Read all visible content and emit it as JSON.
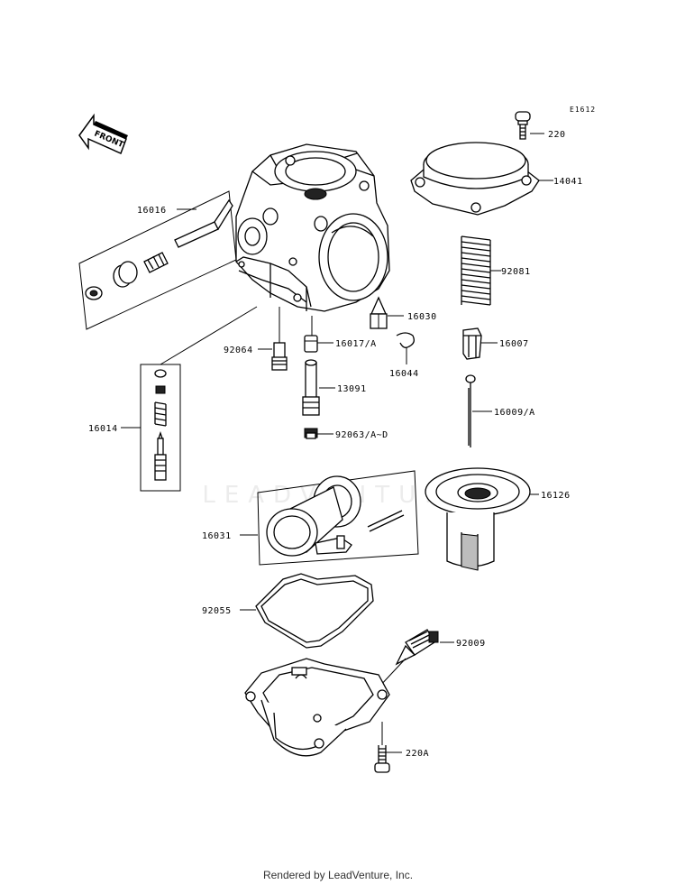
{
  "diagram": {
    "ref_code": "E1612",
    "front_label": "FRONT",
    "watermark": "LEADVENTURE",
    "footer": "Rendered by LeadVenture, Inc."
  },
  "parts": [
    {
      "id": "p220",
      "number": "220"
    },
    {
      "id": "p14041",
      "number": "14041"
    },
    {
      "id": "p16016",
      "number": "16016"
    },
    {
      "id": "p92081",
      "number": "92081"
    },
    {
      "id": "p16030",
      "number": "16030"
    },
    {
      "id": "p92064",
      "number": "92064"
    },
    {
      "id": "p16017A",
      "number": "16017/A"
    },
    {
      "id": "p16007",
      "number": "16007"
    },
    {
      "id": "p16044",
      "number": "16044"
    },
    {
      "id": "p13091",
      "number": "13091"
    },
    {
      "id": "p16014",
      "number": "16014"
    },
    {
      "id": "p16009A",
      "number": "16009/A"
    },
    {
      "id": "p92063",
      "number": "92063/A~D"
    },
    {
      "id": "p16126",
      "number": "16126"
    },
    {
      "id": "p16031",
      "number": "16031"
    },
    {
      "id": "p92055",
      "number": "92055"
    },
    {
      "id": "p92009",
      "number": "92009"
    },
    {
      "id": "p220A",
      "number": "220A"
    }
  ]
}
